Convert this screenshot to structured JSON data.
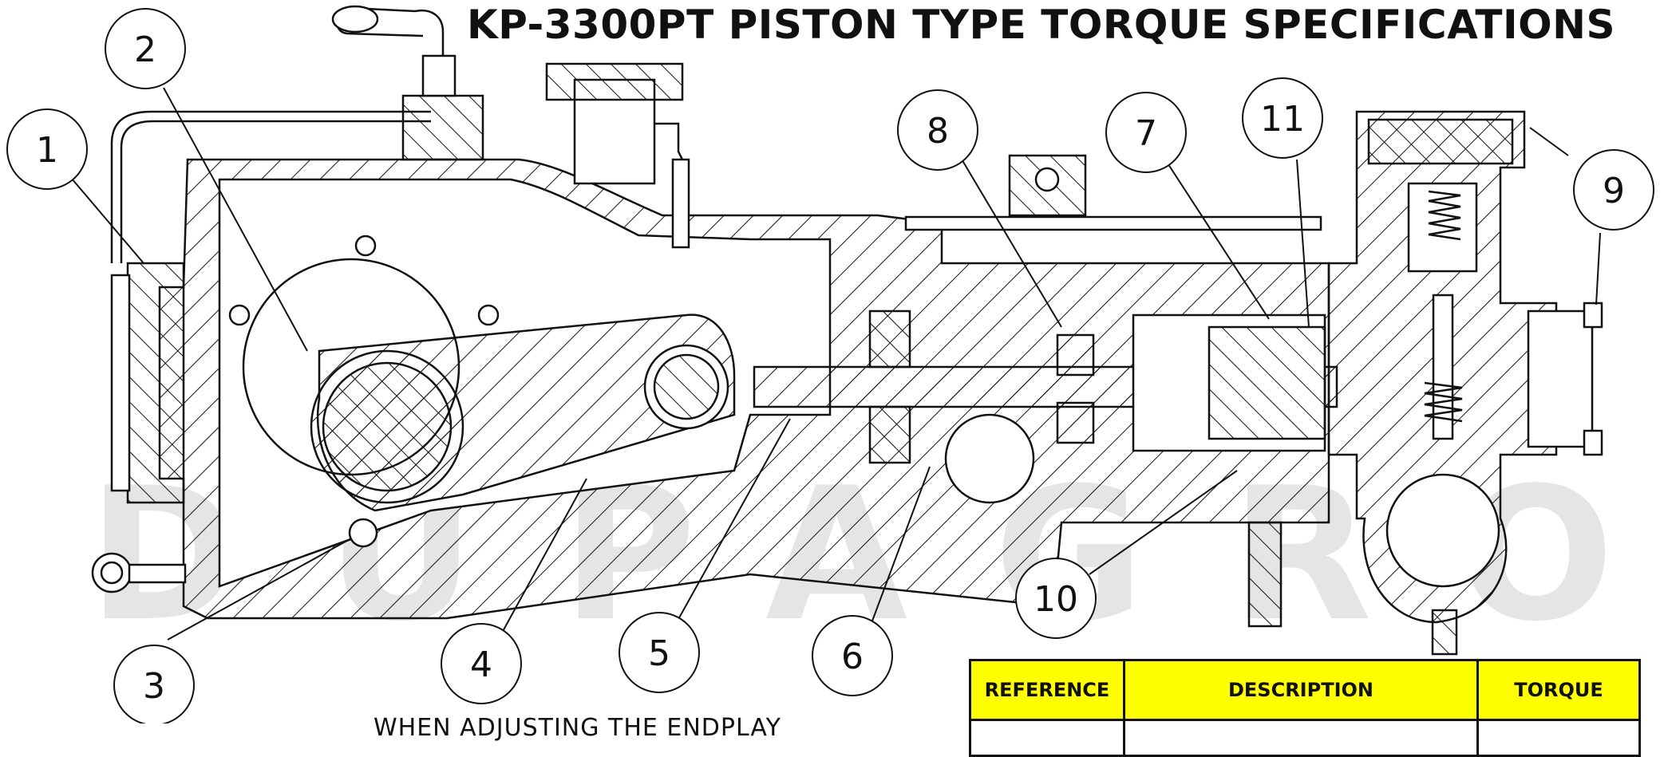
{
  "title": "KP-3300PT PISTON TYPE TORQUE SPECIFICATIONS",
  "watermark": "DUPAGRO.COM",
  "callouts": [
    "1",
    "2",
    "3",
    "4",
    "5",
    "6",
    "7",
    "8",
    "9",
    "10",
    "11"
  ],
  "note": "WHEN ADJUSTING THE ENDPLAY",
  "table": {
    "headers": [
      "REFERENCE",
      "DESCRIPTION",
      "TORQUE"
    ]
  },
  "colors": {
    "header_fill": "#ffff00",
    "line": "#111111",
    "watermark": "#d0d0d0"
  }
}
